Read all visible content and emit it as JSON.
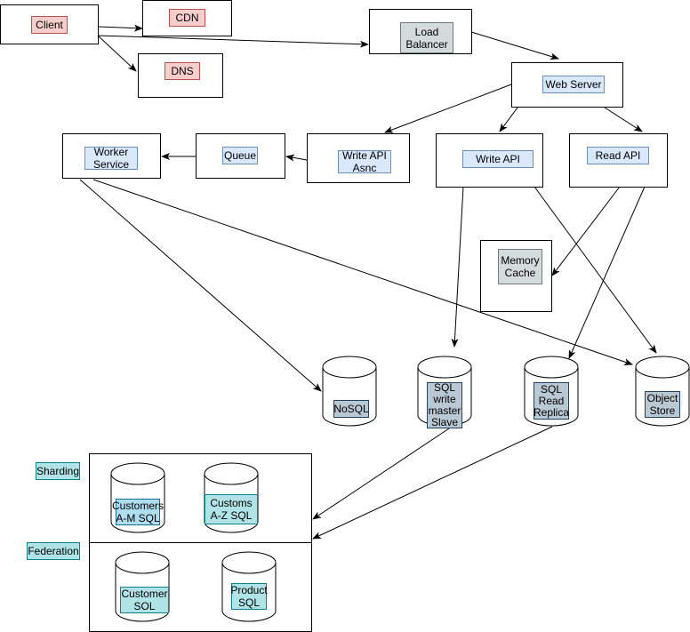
{
  "diagram": {
    "components": {
      "client": "Client",
      "cdn": "CDN",
      "dns": "DNS",
      "load_balancer": "Load\nBalancer",
      "web_server": "Web Server",
      "worker_service": "Worker\nService",
      "queue": "Queue",
      "write_api_async": "Write API\nAsnc",
      "write_api": "Write API",
      "read_api": "Read API",
      "memory_cache": "Memory\nCache"
    },
    "stores": {
      "nosql": "NoSQL",
      "sql_write": "SQL\nwrite\nmaster\nSlave",
      "sql_read": "SQL\nRead\nReplica",
      "object_store": "Object\nStore"
    },
    "sections": {
      "sharding": "Sharding",
      "federation": "Federation"
    },
    "databases": {
      "customers_am": "Customers\nA-M SQL",
      "customs_az": "Customs\nA-Z SQL",
      "customer_sol": "Customer\nSOL",
      "product_sql": "Product\nSQL"
    },
    "colors": {
      "client_fill": "#f8cecc",
      "service_fill": "#dae8fc",
      "balancer_fill": "#d4dbdb",
      "sharding_fill": "#b1ddf0",
      "store_fill": "#bac8d3",
      "section_fill": "#b0e3e6"
    }
  }
}
